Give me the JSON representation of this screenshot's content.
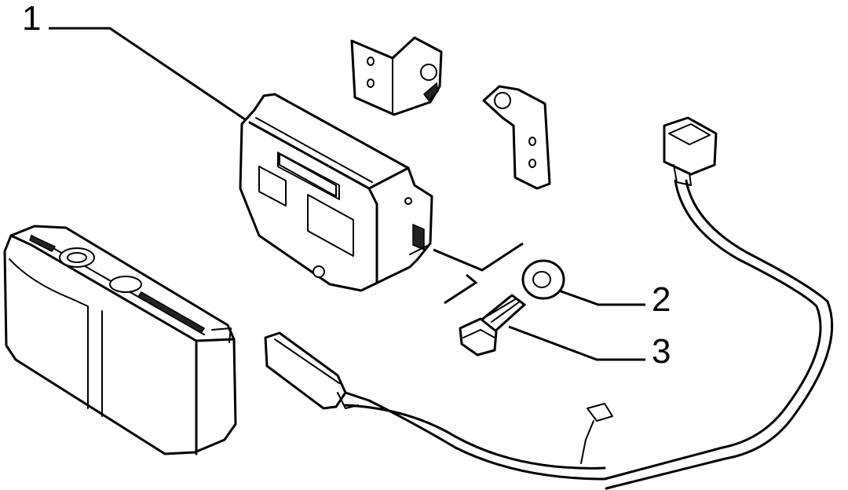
{
  "callouts": [
    {
      "id": "1",
      "label": "1"
    },
    {
      "id": "2",
      "label": "2"
    },
    {
      "id": "3",
      "label": "3"
    }
  ],
  "icons": [
    "control-unit-icon",
    "mounting-bracket-icon",
    "washer-icon",
    "bolt-icon",
    "wiring-harness-icon",
    "battery-icon"
  ]
}
